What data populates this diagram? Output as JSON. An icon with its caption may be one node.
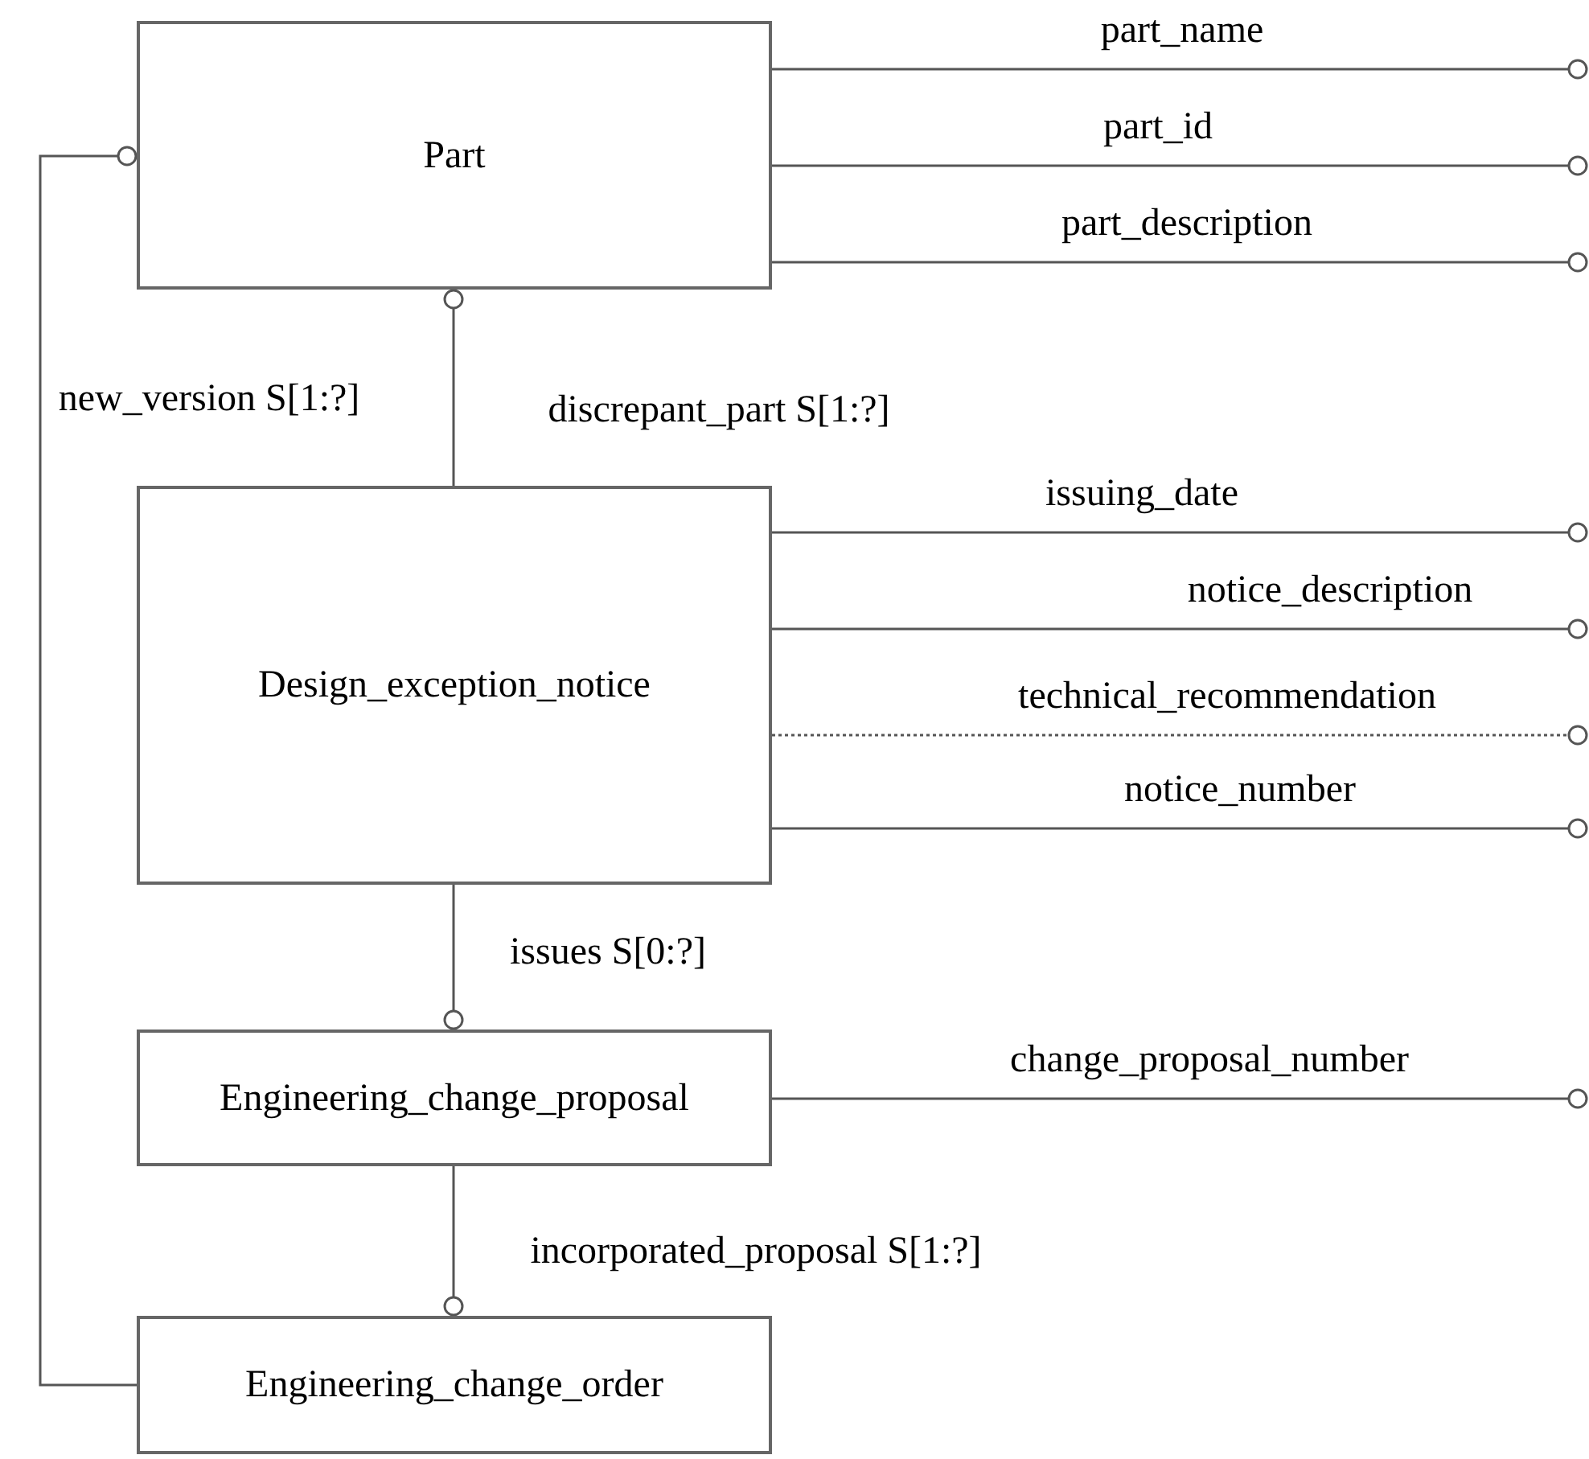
{
  "diagram": {
    "nodes": [
      {
        "text": [
          "Part"
        ]
      },
      {
        "text": [
          "Design_exception_notice"
        ]
      },
      {
        "text": [
          "Engineering_change_proposal"
        ]
      },
      {
        "text": [
          "Engineering_change_order"
        ]
      }
    ],
    "edges": [
      {
        "from": 1,
        "to": 0,
        "arrow": "other",
        "label": "discrepant_part S[1:?]"
      },
      {
        "from": 1,
        "to": 2,
        "arrow": "other",
        "label": "issues S[0:?]"
      },
      {
        "from": 2,
        "to": 3,
        "arrow": "other",
        "label": "incorporated_proposal S[1:?]"
      },
      {
        "from": 3,
        "to": 0,
        "arrow": "other",
        "label": "new_version S[1:?]"
      },
      {
        "from": 0,
        "to": null,
        "arrow": "other",
        "label": "part_name"
      },
      {
        "from": 0,
        "to": null,
        "arrow": "other",
        "label": "part_id"
      },
      {
        "from": 0,
        "to": null,
        "arrow": "other",
        "label": "part_description"
      },
      {
        "from": 1,
        "to": null,
        "arrow": "other",
        "label": "issuing_date"
      },
      {
        "from": 1,
        "to": null,
        "arrow": "other",
        "label": "notice_description"
      },
      {
        "from": 1,
        "to": null,
        "arrow": "other",
        "label": "technical_recommendation",
        "style": "dashed"
      },
      {
        "from": 1,
        "to": null,
        "arrow": "other",
        "label": "notice_number"
      },
      {
        "from": 2,
        "to": null,
        "arrow": "other",
        "label": "change_proposal_number"
      }
    ]
  }
}
